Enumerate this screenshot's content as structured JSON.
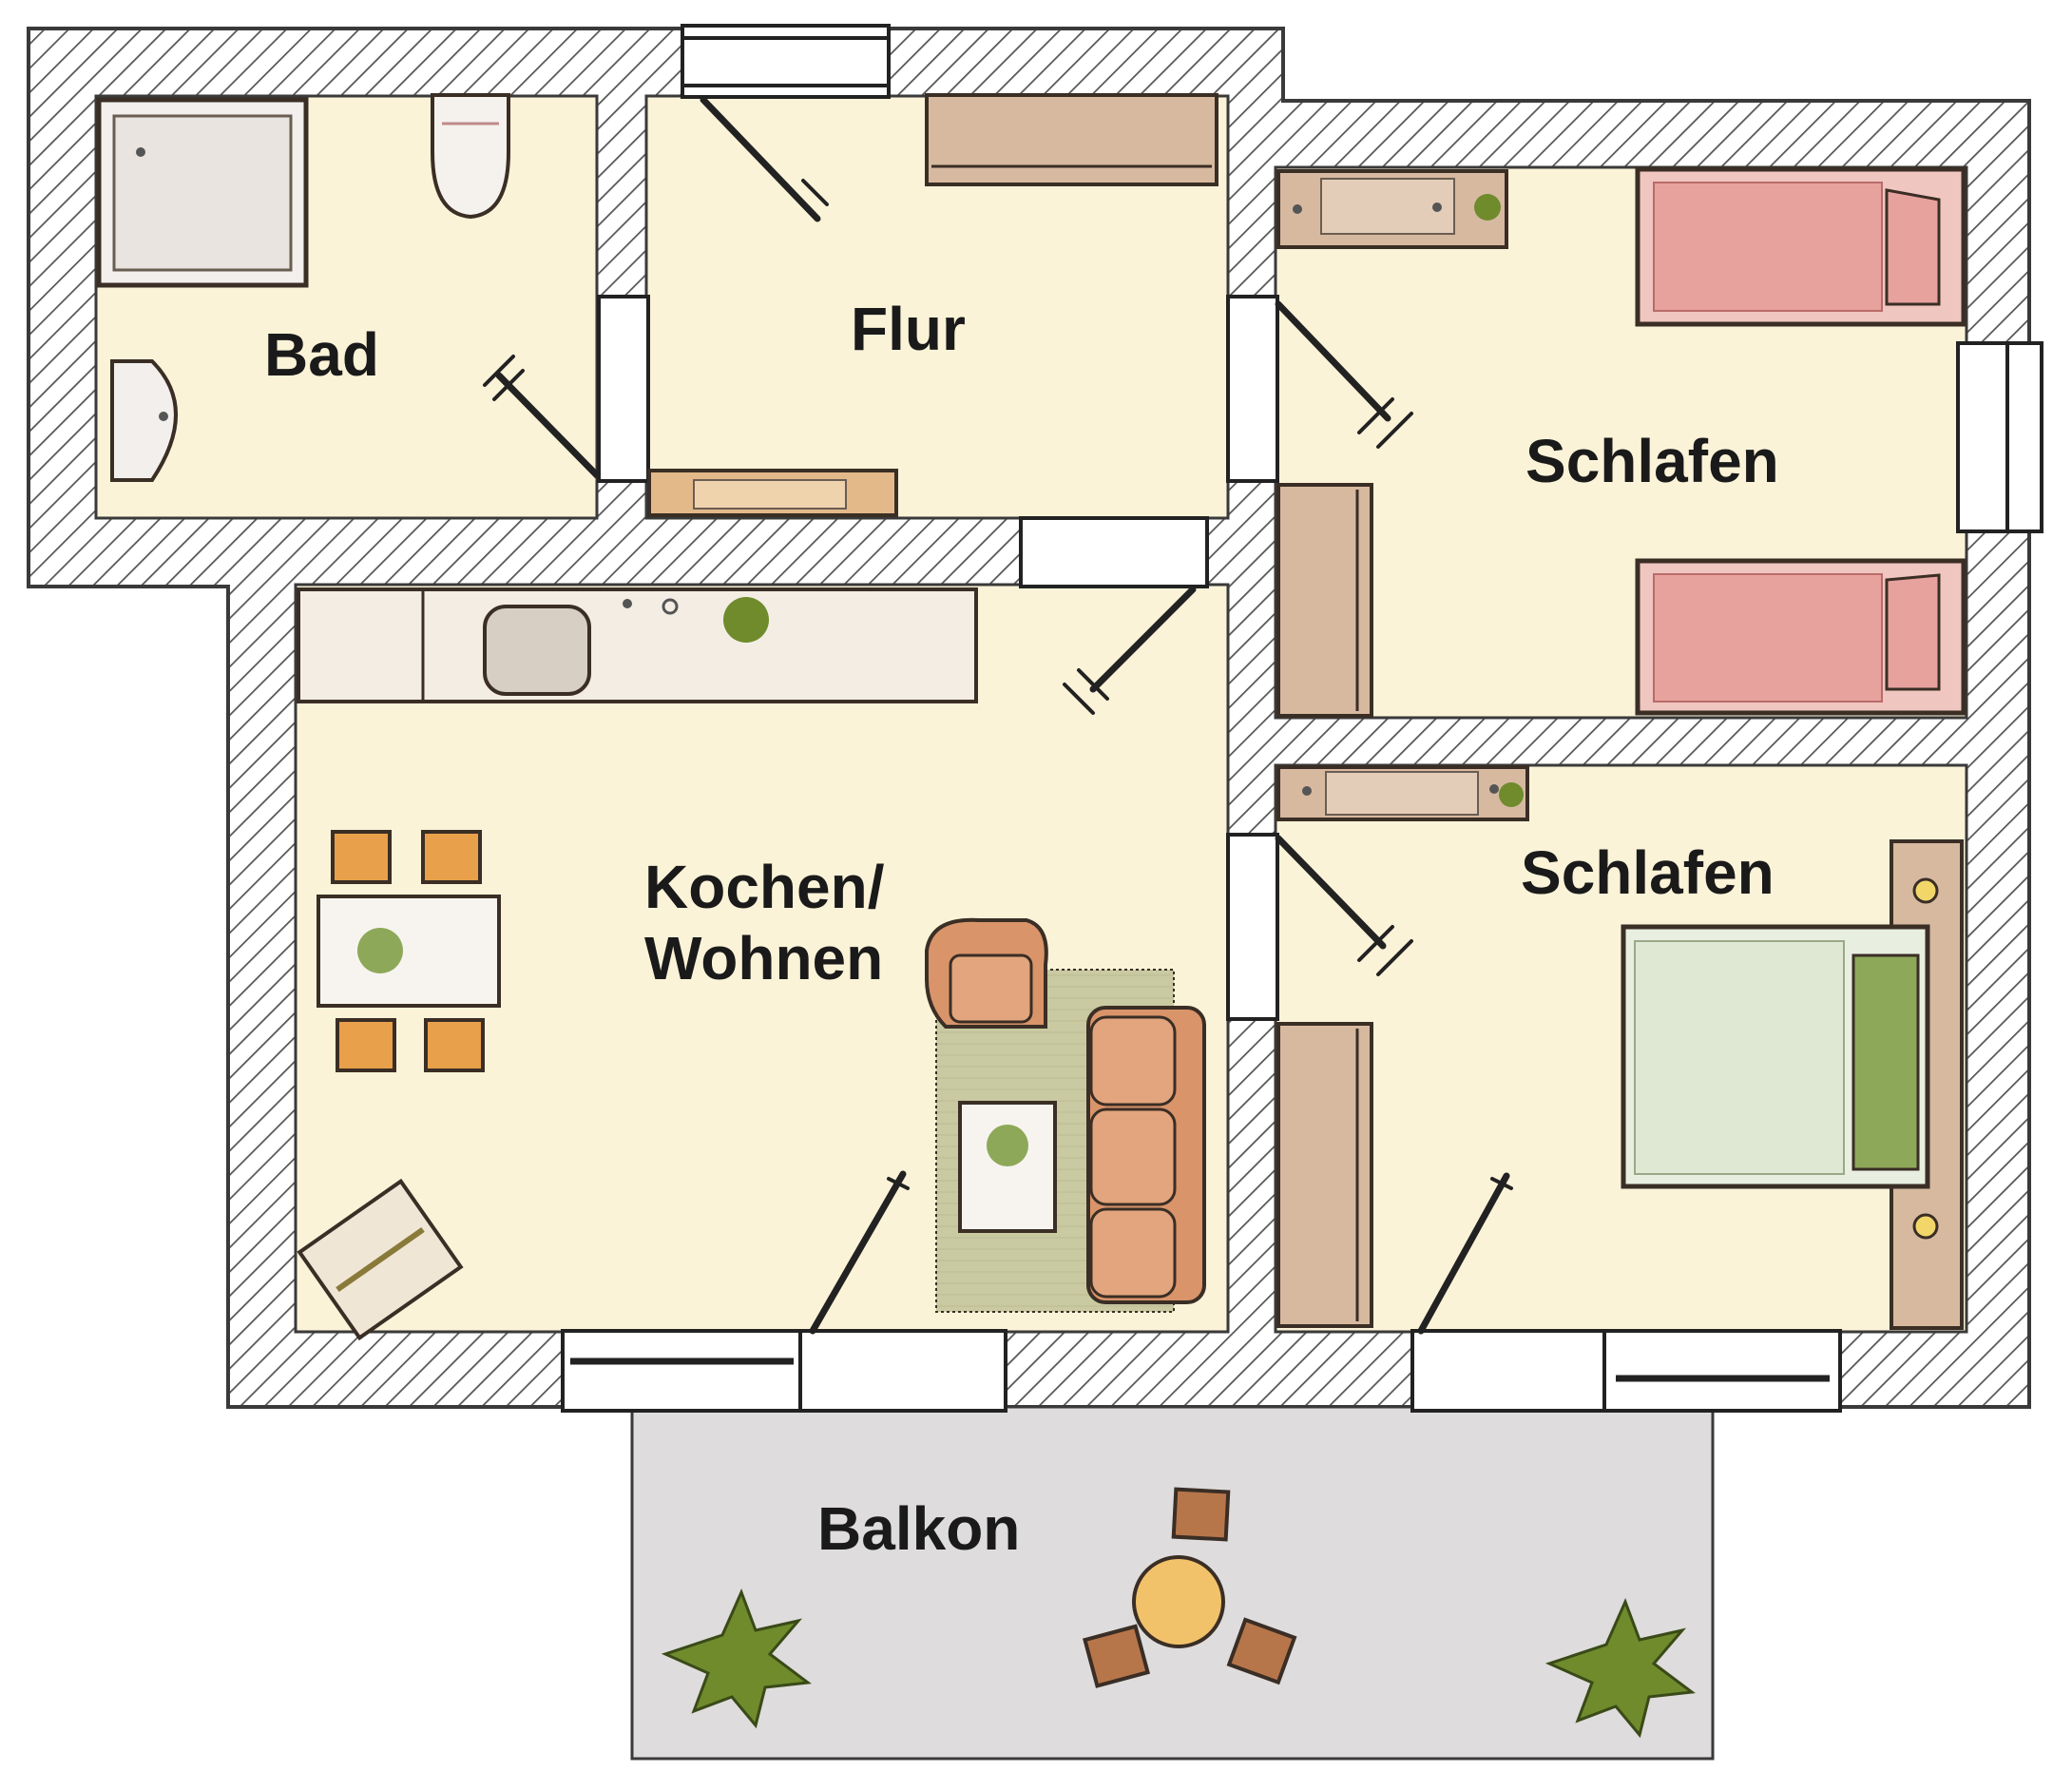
{
  "rooms": {
    "bad": "Bad",
    "flur": "Flur",
    "schlafen_1": "Schlafen",
    "schlafen_2": "Schlafen",
    "kochen_line1": "Kochen/",
    "kochen_line2": "Wohnen",
    "balkon": "Balkon"
  },
  "colors": {
    "wall_hatch": "#555555",
    "floor": "#fbf3d8",
    "balcony": "#dedcdc",
    "bed_single": "#e8a29e",
    "bed_double": "#dfe8d2",
    "furniture_wood": "#d7b9a0",
    "sofa": "#d9946a",
    "chair": "#e8a04a",
    "rug": "#c9c9a2",
    "plant": "#6f8b2c"
  }
}
